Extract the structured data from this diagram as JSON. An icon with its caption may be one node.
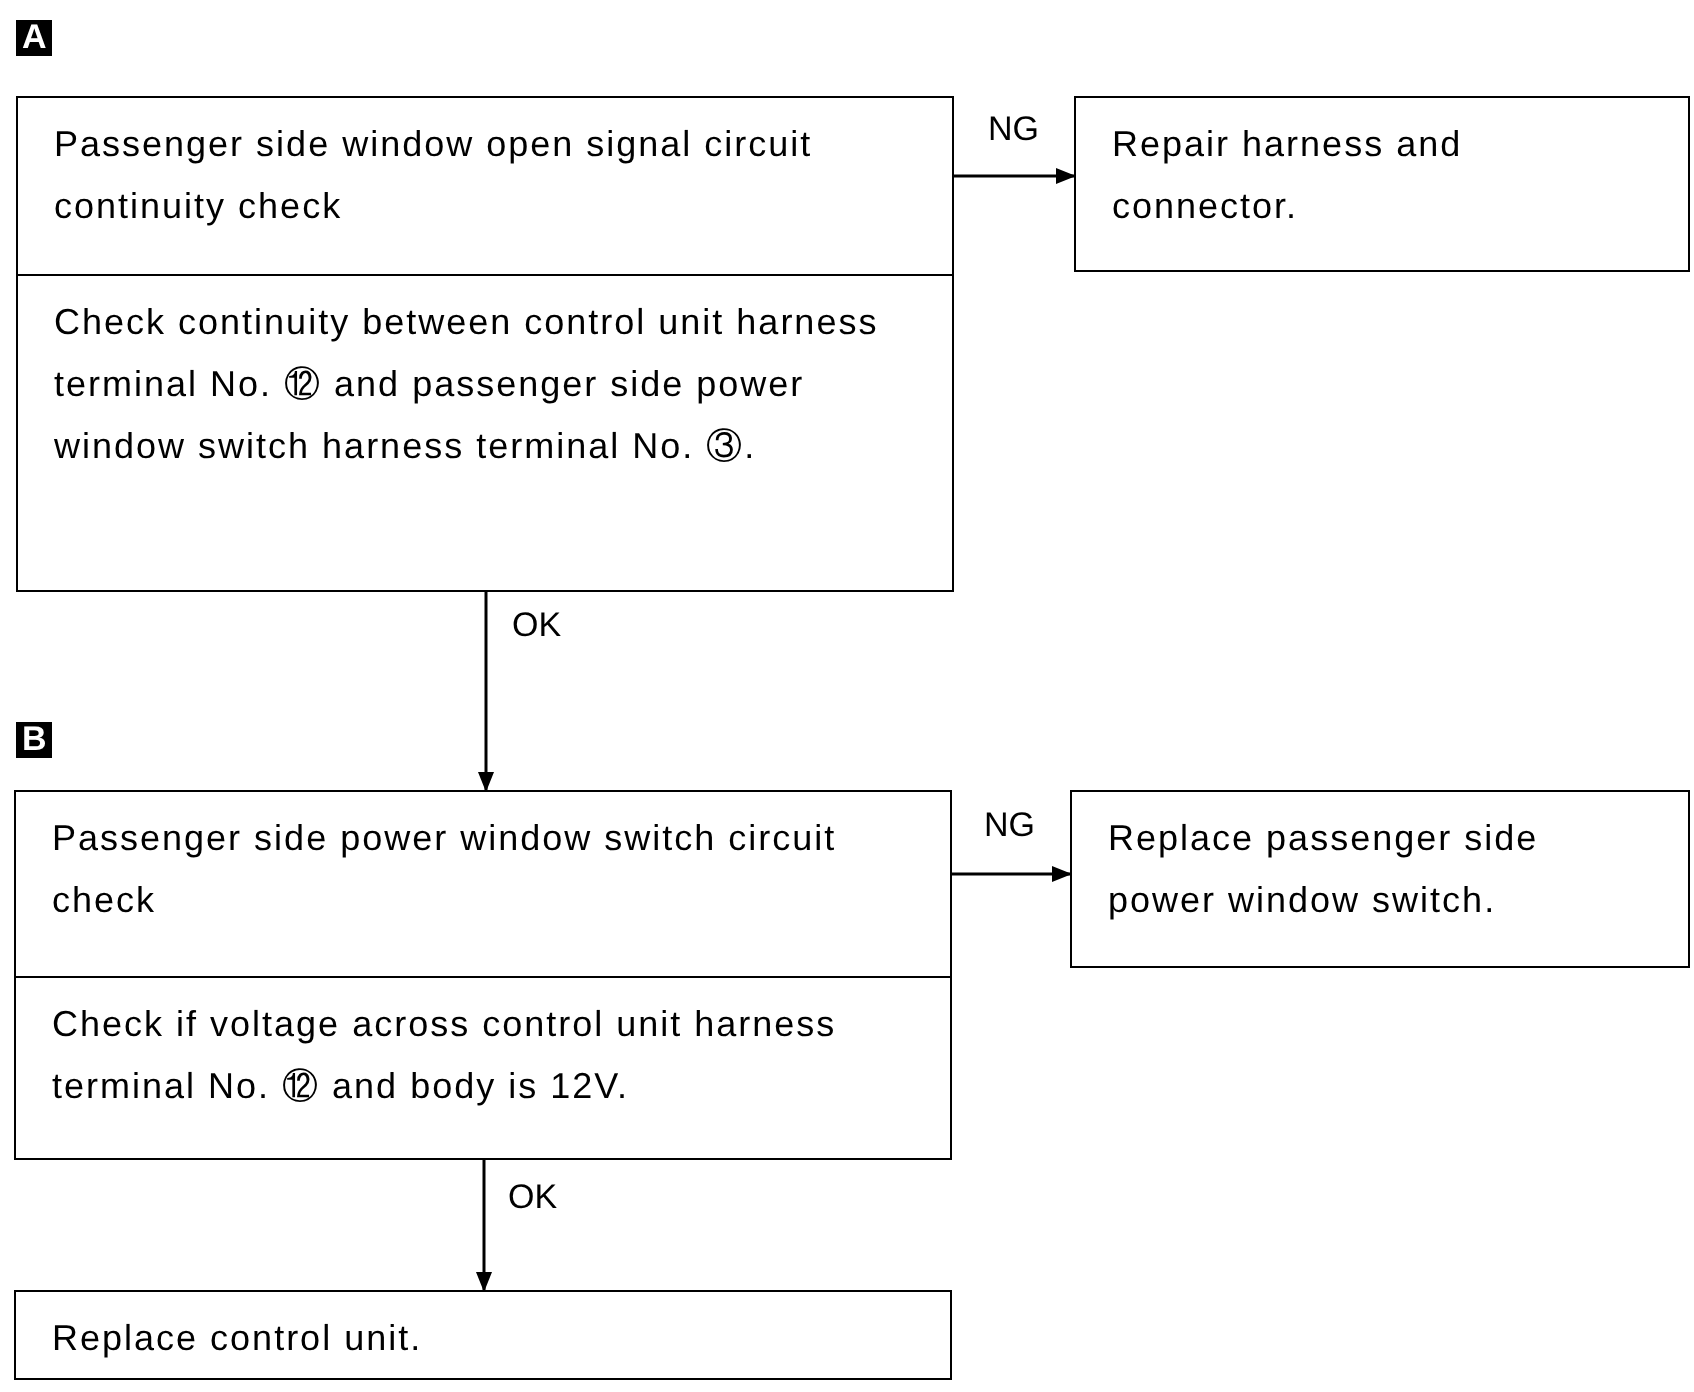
{
  "diagram": {
    "nodes": [
      {
        "text": [
          "Passenger side window open signal circuit continuity check",
          "Check continuity between control unit harness terminal No. ⑫ and passenger side power window switch harness terminal No. ③."
        ]
      },
      {
        "text": [
          "Repair harness and connector."
        ]
      },
      {
        "text": [
          "Passenger side power window switch circuit check",
          "Check if voltage across control unit harness terminal No. ⑫ and body is 12V."
        ]
      },
      {
        "text": [
          "Replace passenger side power window switch."
        ]
      },
      {
        "text": [
          "Replace control unit."
        ]
      }
    ],
    "edges": [
      {
        "from": 0,
        "to": 1,
        "arrow": "to",
        "label": "NG"
      },
      {
        "from": 0,
        "to": 2,
        "arrow": "to",
        "label": "OK"
      },
      {
        "from": 2,
        "to": 3,
        "arrow": "to",
        "label": "NG"
      },
      {
        "from": 2,
        "to": 4,
        "arrow": "to",
        "label": "OK"
      }
    ],
    "labels": [
      "A",
      "B"
    ]
  }
}
